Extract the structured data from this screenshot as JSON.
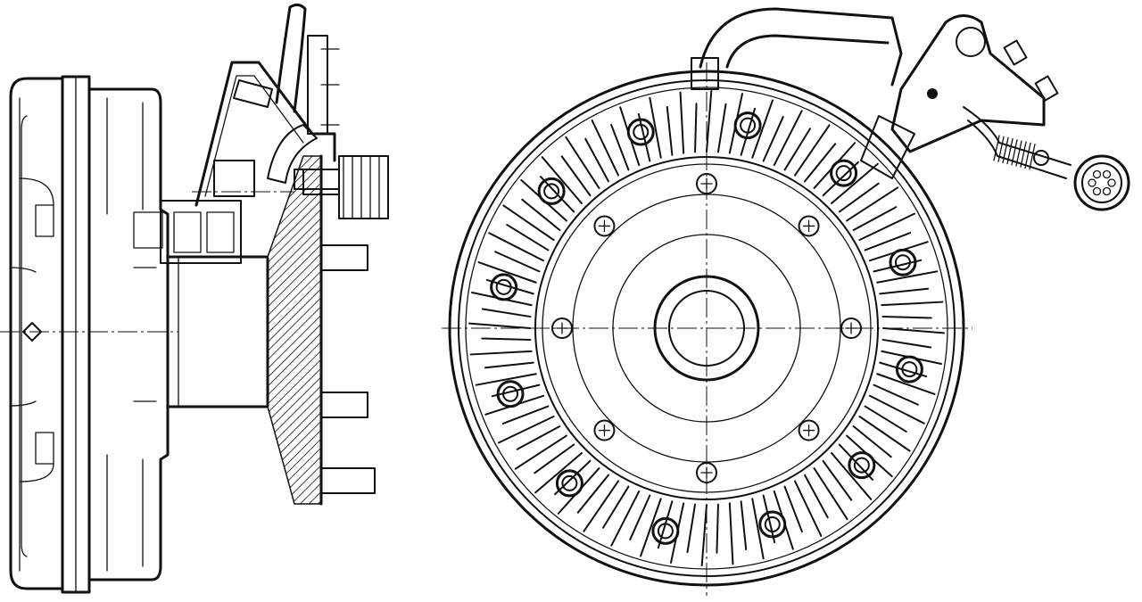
{
  "drawing": {
    "ink_color": "#111111",
    "paper_color": "#ffffff",
    "views": {
      "side_view": {
        "name": "side-elevation-view"
      },
      "front_view": {
        "name": "front-elevation-view"
      }
    },
    "front_view_features": {
      "cooling_fin_count": 96,
      "outer_bolt_count": 12,
      "inner_hole_count": 8
    }
  }
}
